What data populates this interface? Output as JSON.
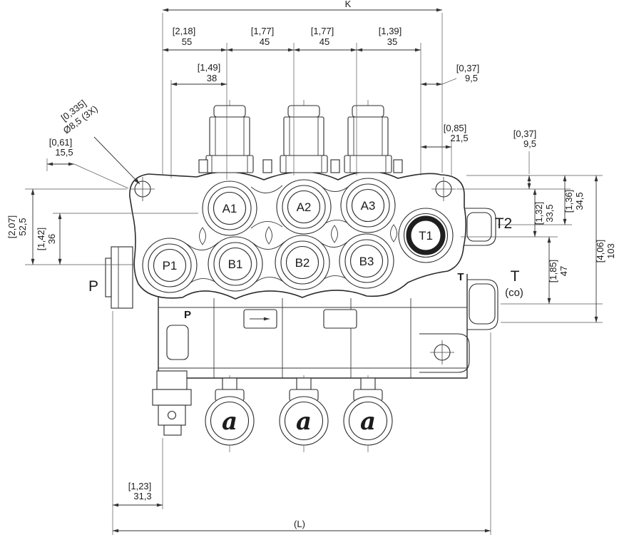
{
  "ports": {
    "a1": "A1",
    "a2": "A2",
    "a3": "A3",
    "p1": "P1",
    "b1": "B1",
    "b2": "B2",
    "b3": "B3",
    "t1": "T1"
  },
  "labels": {
    "p_inlet": "P",
    "t2": "T2",
    "t_return": "T",
    "co": "(co)",
    "p_body": "P",
    "t_body": "T",
    "lever": "a"
  },
  "dims": {
    "k": "K",
    "l": "(L)",
    "w55": {
      "in": "[2,18]",
      "mm": "55"
    },
    "w45a": {
      "in": "[1,77]",
      "mm": "45"
    },
    "w45b": {
      "in": "[1,77]",
      "mm": "45"
    },
    "w35": {
      "in": "[1,39]",
      "mm": "35"
    },
    "w38": {
      "in": "[1,49]",
      "mm": "38"
    },
    "w95top": {
      "in": "[0,37]",
      "mm": "9,5"
    },
    "hole": {
      "in": "[0,335]",
      "mm": "Ø8,5 (3X)"
    },
    "w155": {
      "in": "[0,61]",
      "mm": "15,5"
    },
    "w215": {
      "in": "[0,85]",
      "mm": "21,5"
    },
    "h95right": {
      "in": "[0,37]",
      "mm": "9,5"
    },
    "h525": {
      "in": "[2,07]",
      "mm": "52,5"
    },
    "h36": {
      "in": "[1,42]",
      "mm": "36"
    },
    "h335": {
      "in": "[1,32]",
      "mm": "33,5"
    },
    "h345": {
      "in": "[1,36]",
      "mm": "34,5"
    },
    "h47": {
      "in": "[1,85]",
      "mm": "47"
    },
    "h103": {
      "in": "[4,06]",
      "mm": "103"
    },
    "w313": {
      "in": "[1,23]",
      "mm": "31,3"
    }
  }
}
